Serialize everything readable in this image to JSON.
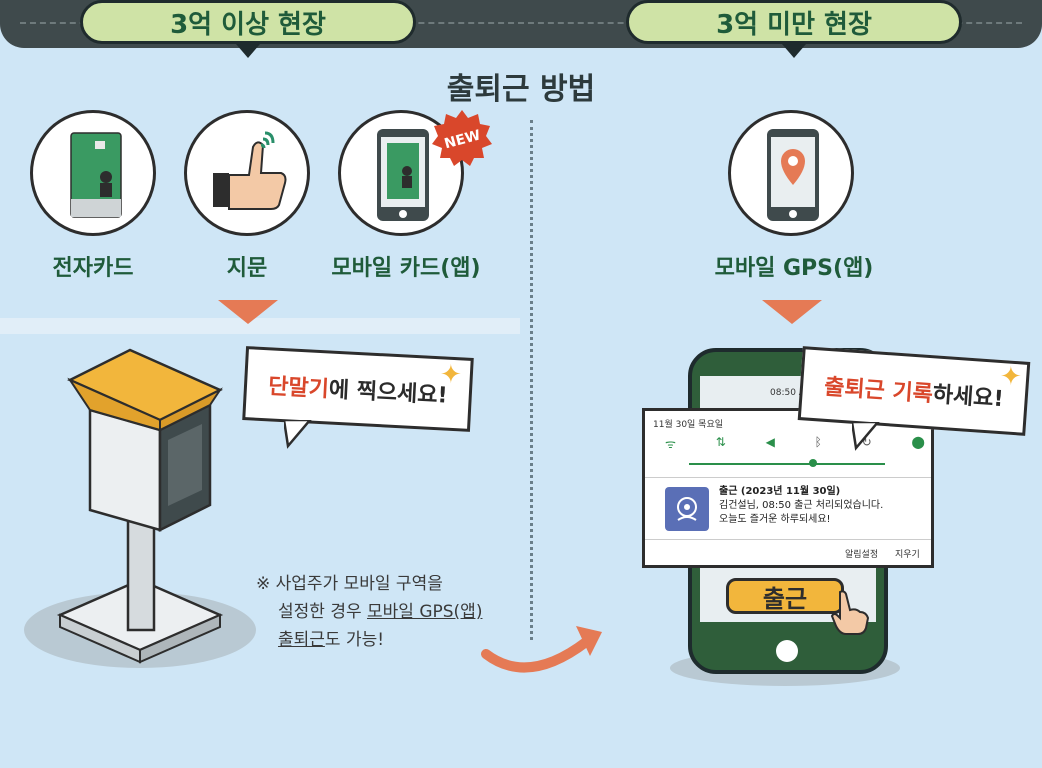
{
  "header": {
    "left_pill": "3억 이상 현장",
    "right_pill": "3억 미만 현장"
  },
  "title": "출퇴근 방법",
  "left": {
    "methods": [
      {
        "label": "전자카드",
        "icon": "e-card-icon"
      },
      {
        "label": "지문",
        "icon": "fingerprint-thumb-icon"
      },
      {
        "label": "모바일 카드(앱)",
        "icon": "mobile-card-icon",
        "badge": "NEW"
      }
    ],
    "bubble": {
      "highlight": "단말기",
      "rest": "에 찍으세요!"
    },
    "note": {
      "line1": "※ 사업주가 모바일 구역을",
      "line2_pre": "설정한 경우 ",
      "line2_underline": "모바일 GPS(앱)",
      "line3_underline": "출퇴근",
      "line3_rest": "도 가능!"
    }
  },
  "right": {
    "method": {
      "label": "모바일 GPS(앱)",
      "icon": "location-phone-icon"
    },
    "bubble": {
      "highlight": "출퇴근 기록",
      "rest": "하세요!"
    },
    "phone": {
      "status_time": "08:50 AM",
      "date": "11월 30일 목요일",
      "notification_title": "출근 (2023년 11월 30일)",
      "notification_line1": "김건설님, 08:50 출근 처리되었습니다.",
      "notification_line2": "오늘도 즐거운 하루되세요!",
      "action_settings": "알림설정",
      "action_clear": "지우기",
      "button_label": "출근"
    }
  },
  "colors": {
    "background": "#cfe6f6",
    "accent": "#d9472b",
    "green": "#1f5b3a",
    "arrow": "#e57a55"
  }
}
